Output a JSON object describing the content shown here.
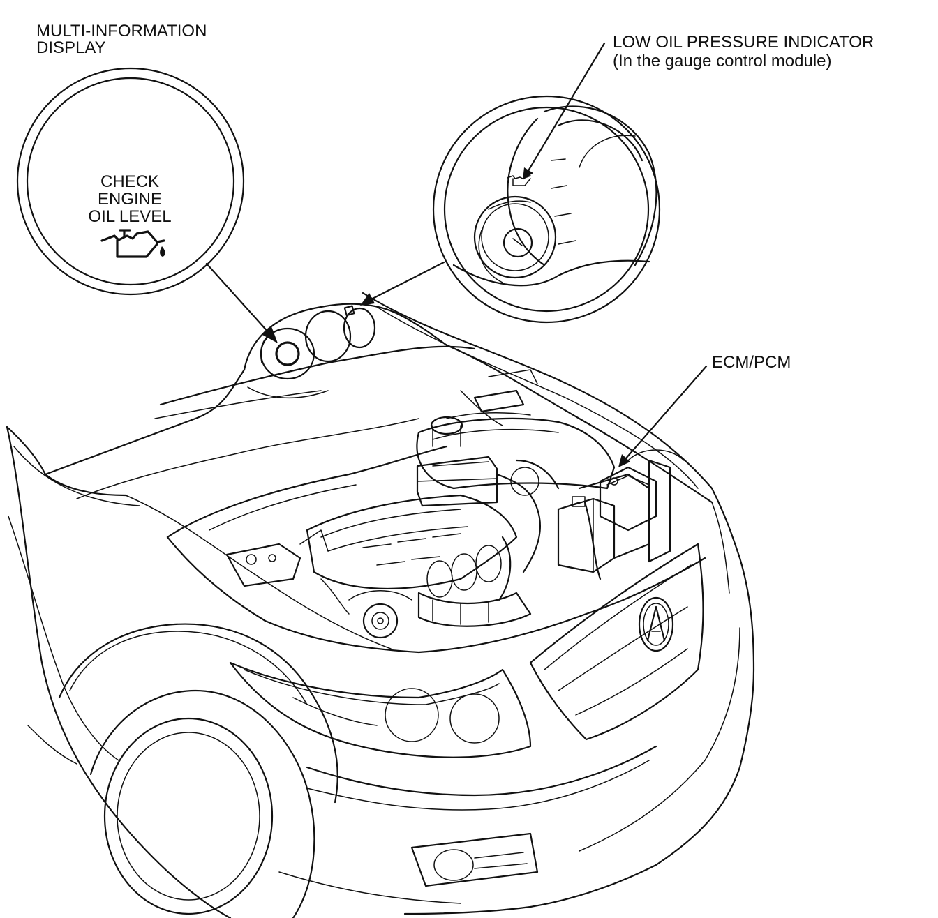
{
  "callouts": {
    "multi_information_display": {
      "line1": "MULTI-INFORMATION",
      "line2": "DISPLAY"
    },
    "low_oil_pressure_indicator": {
      "line1": "LOW OIL PRESSURE INDICATOR",
      "line2": "(In the gauge control module)"
    },
    "ecm_pcm": {
      "label": "ECM/PCM"
    }
  },
  "mid_detail": {
    "line1": "CHECK",
    "line2": "ENGINE",
    "line3": "OIL LEVEL",
    "icon": "oil-can-icon"
  },
  "gauge_detail": {
    "icon": "oil-pressure-icon"
  },
  "car": {
    "badge_icon": "acura-logo"
  },
  "colors": {
    "line": "#111111",
    "background": "#ffffff"
  }
}
